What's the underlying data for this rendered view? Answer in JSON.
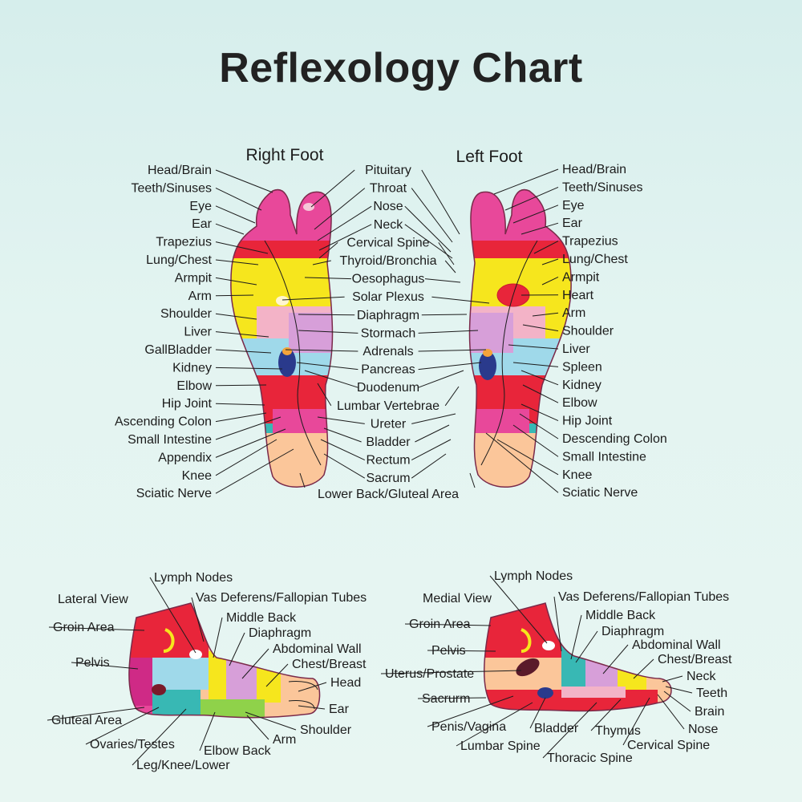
{
  "title": "Reflexology Chart",
  "headers": {
    "right_foot": "Right Foot",
    "left_foot": "Left Foot",
    "lateral_view": "Lateral View",
    "medial_view": "Medial View"
  },
  "right_foot_labels": [
    "Head/Brain",
    "Teeth/Sinuses",
    "Eye",
    "Ear",
    "Trapezius",
    "Lung/Chest",
    "Armpit",
    "Arm",
    "Shoulder",
    "Liver",
    "GallBladder",
    "Kidney",
    "Elbow",
    "Hip Joint",
    "Ascending Colon",
    "Small Intestine",
    "Appendix",
    "Knee",
    "Sciatic Nerve"
  ],
  "center_labels": [
    "Pituitary",
    "Throat",
    "Nose",
    "Neck",
    "Cervical Spine",
    "Thyroid/Bronchia",
    "Oesophagus",
    "Solar Plexus",
    "Diaphragm",
    "Stormach",
    "Adrenals",
    "Pancreas",
    "Duodenum",
    "Lumbar Vertebrae",
    "Ureter",
    "Bladder",
    "Rectum",
    "Sacrum",
    "Lower Back/Gluteal Area"
  ],
  "left_foot_labels": [
    "Head/Brain",
    "Teeth/Sinuses",
    "Eye",
    "Ear",
    "Trapezius",
    "Lung/Chest",
    "Armpit",
    "Heart",
    "Arm",
    "Shoulder",
    "Liver",
    "Spleen",
    "Kidney",
    "Elbow",
    "Hip Joint",
    "Descending Colon",
    "Small Intestine",
    "Knee",
    "Sciatic Nerve"
  ],
  "lateral_labels": [
    "Lymph Nodes",
    "Vas Deferens/Fallopian Tubes",
    "Groin Area",
    "Middle Back",
    "Diaphragm",
    "Abdominal Wall",
    "Pelvis",
    "Chest/Breast",
    "Head",
    "Ear",
    "Gluteal Area",
    "Shoulder",
    "Arm",
    "Ovaries/Testes",
    "Elbow Back",
    "Leg/Knee/Lower"
  ],
  "medial_labels": [
    "Lymph Nodes",
    "Vas Deferens/Fallopian Tubes",
    "Middle Back",
    "Groin Area",
    "Diaphragm",
    "Abdominal Wall",
    "Pelvis",
    "Chest/Breast",
    "Uterus/Prostate",
    "Neck",
    "Teeth",
    "Sacrurm",
    "Brain",
    "Nose",
    "Penis/Vagina",
    "Bladder",
    "Thymus",
    "Cervical Spine",
    "Lumbar Spine",
    "Thoracic Spine"
  ],
  "colors": {
    "red": "#e8253a",
    "pink": "#e8489a",
    "magenta": "#cf2a86",
    "yellow": "#f6e61d",
    "orange": "#f5a43a",
    "peach": "#fbc69a",
    "light_pink": "#f3b3c7",
    "lilac": "#d79fd9",
    "cyan": "#9fd9ea",
    "teal": "#38b8b4",
    "blue": "#3b57b3",
    "navy": "#2a3a8c",
    "green": "#8fd24a"
  }
}
